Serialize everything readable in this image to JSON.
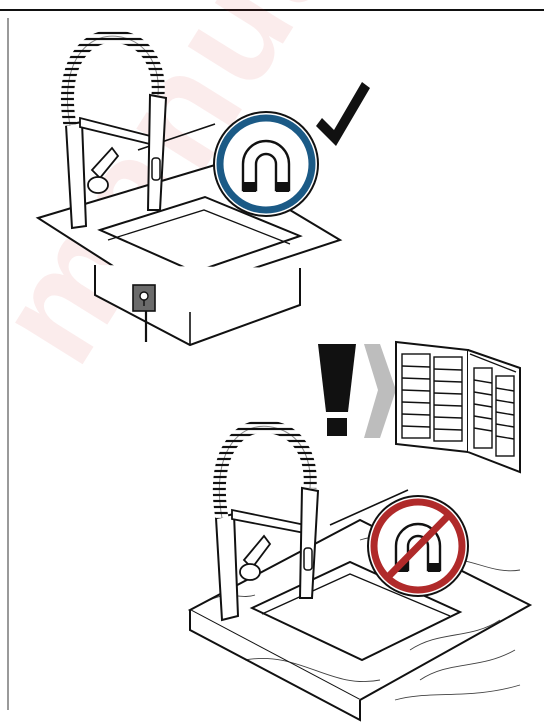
{
  "watermark": {
    "text": "manuals.plus",
    "color": "#d72828"
  },
  "colors": {
    "line": "#111111",
    "approved_ring": "#1b5a86",
    "prohibited_ring": "#b02a2a",
    "arrow": "#bdbdbd"
  },
  "scenes": [
    {
      "name": "magnet-holder-approved",
      "icon": "horseshoe-magnet-icon",
      "status": "approved",
      "mark": "checkmark-icon"
    },
    {
      "name": "magnet-not-present",
      "icon": "no-magnet-icon",
      "status": "prohibited",
      "note_icon": "warning-exclamation-icon",
      "reference": "manual-booklet-icon"
    }
  ]
}
